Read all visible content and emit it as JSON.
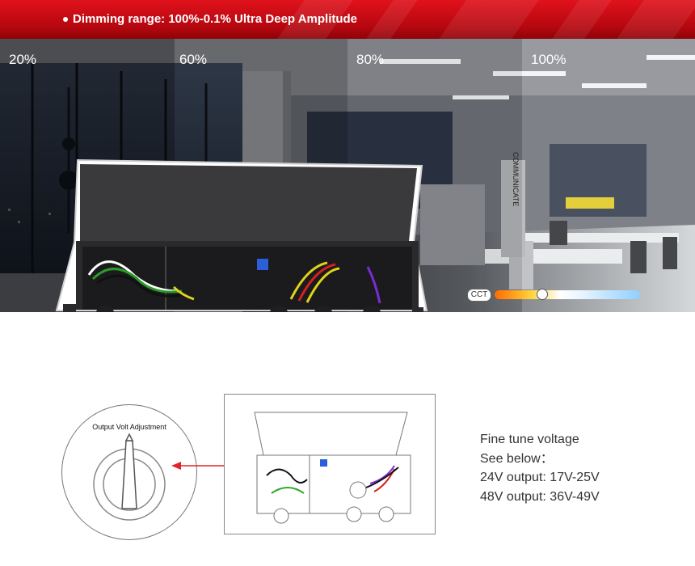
{
  "banner": {
    "title": "Dimming range: 100%-0.1% Ultra Deep Amplitude",
    "color": "#c8101a"
  },
  "dimming_levels": [
    "20%",
    "60%",
    "80%",
    "100%"
  ],
  "cct": {
    "label": "CCT"
  },
  "dial": {
    "title": "Output Volt Adjustment"
  },
  "fine_tune": {
    "line1": "Fine tune voltage",
    "line2": "See below：",
    "line3": "24V output: 17V-25V",
    "line4": "48V output: 36V-49V"
  },
  "arrow_color": "#e3222a",
  "office_sign": "COMMUNICATE"
}
